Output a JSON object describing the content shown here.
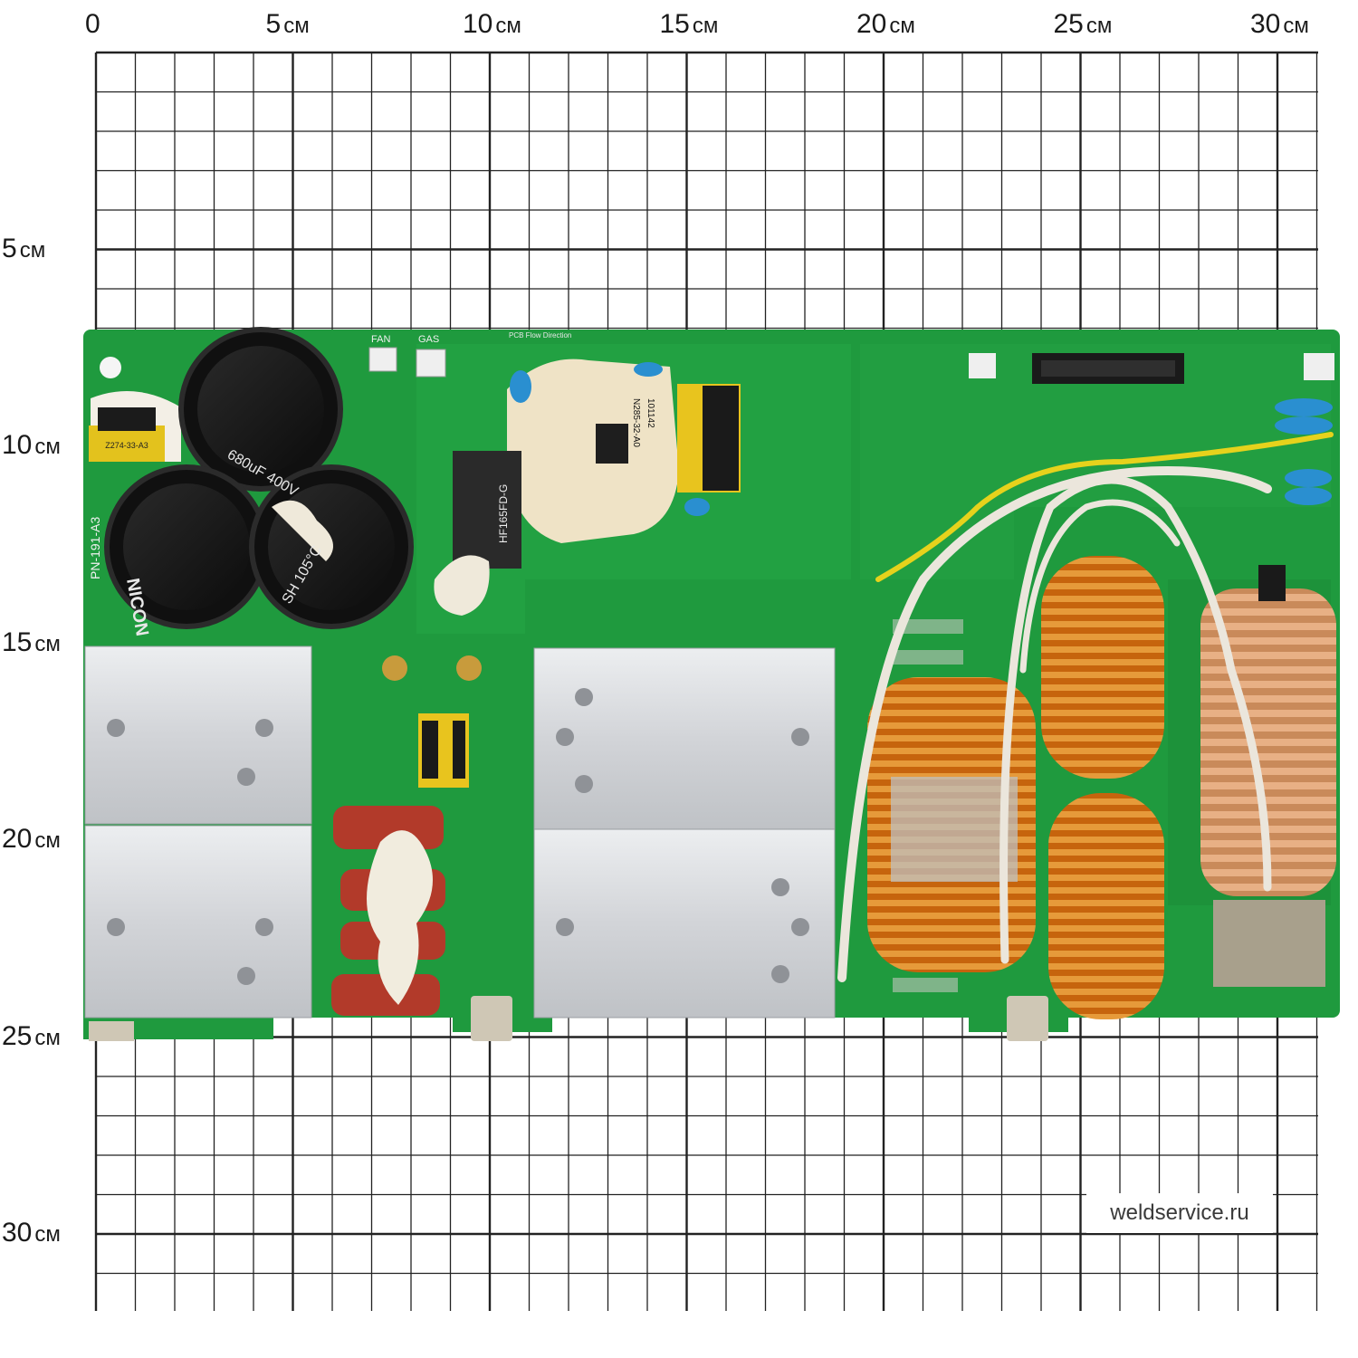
{
  "ruler": {
    "x_labels": [
      {
        "num": "0",
        "unit": ""
      },
      {
        "num": "5",
        "unit": "см"
      },
      {
        "num": "10",
        "unit": "см"
      },
      {
        "num": "15",
        "unit": "см"
      },
      {
        "num": "20",
        "unit": "см"
      },
      {
        "num": "25",
        "unit": "см"
      },
      {
        "num": "30",
        "unit": "см"
      }
    ],
    "y_labels": [
      {
        "num": "5",
        "unit": "см"
      },
      {
        "num": "10",
        "unit": "см"
      },
      {
        "num": "15",
        "unit": "см"
      },
      {
        "num": "20",
        "unit": "см"
      },
      {
        "num": "25",
        "unit": "см"
      },
      {
        "num": "30",
        "unit": "см"
      }
    ]
  },
  "board": {
    "model": "PN-191-A3",
    "connector_fan": "FAN",
    "connector_gas": "GAS",
    "silk_flow": "PCB Flow Direction",
    "transformer_main": "N285-32-A0",
    "transformer_main_code": "101142",
    "transformer_small": "Z274-33-A3",
    "relay_model": "HF165FD-G",
    "cap_rating": "680uF 400V",
    "cap_temp": "SH 105°C",
    "cap_brand": "NICON"
  },
  "watermark": "weldservice.ru",
  "colors": {
    "pcb": "#1f9a3e",
    "pcb_dark": "#14802f",
    "heatsink": "#d9dadd",
    "copper": "#d97a1a",
    "grid": "#1a1a1a"
  }
}
